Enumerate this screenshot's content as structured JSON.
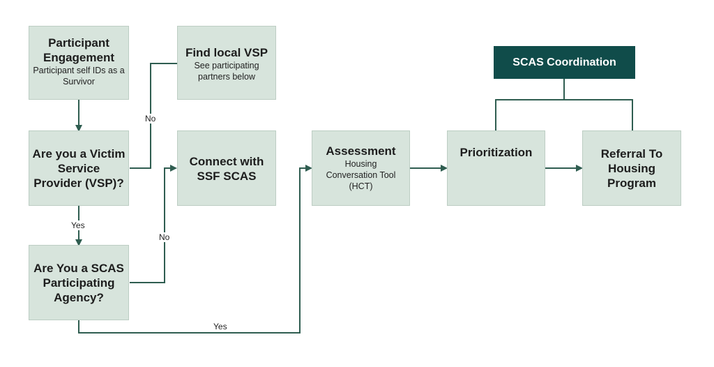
{
  "nodes": {
    "participant_engagement": {
      "title": "Participant Engagement",
      "sub": "Participant self IDs as a Survivor"
    },
    "find_local_vsp": {
      "title": "Find local VSP",
      "sub": "See participating partners below"
    },
    "are_you_vsp": {
      "title": "Are you a Victim Service Provider (VSP)?"
    },
    "connect_ssf_scas": {
      "title": "Connect with SSF SCAS"
    },
    "are_you_scas_agency": {
      "title": "Are You a SCAS Participating Agency?"
    },
    "assessment": {
      "title": "Assessment",
      "sub": "Housing Conversation Tool (HCT)"
    },
    "prioritization": {
      "title": "Prioritization"
    },
    "referral": {
      "title": "Referral To Housing Program"
    },
    "scas_coordination": {
      "title": "SCAS Coordination"
    }
  },
  "edge_labels": {
    "vsp_no": "No",
    "vsp_yes": "Yes",
    "agency_no": "No",
    "agency_yes": "Yes"
  },
  "colors": {
    "box_fill": "#d7e4dc",
    "dark_fill": "#104c4a",
    "line": "#2f5d50"
  }
}
